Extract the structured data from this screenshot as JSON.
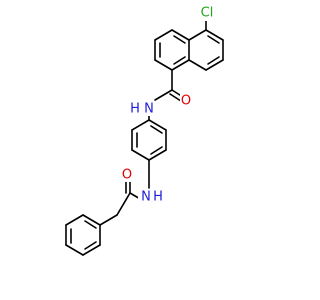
{
  "colors": {
    "background": "#ffffff",
    "bond": "#000000",
    "chlorine": "#1fa71f",
    "nitrogen": "#1f1fd9",
    "oxygen": "#e00000"
  },
  "atoms": {
    "cl": {
      "label": "Cl",
      "element": "Cl"
    },
    "o1": {
      "label": "O",
      "element": "O"
    },
    "n1": {
      "label": "N",
      "element": "N"
    },
    "h1": {
      "label": "H",
      "element": "H"
    },
    "n2": {
      "label": "N",
      "element": "N"
    },
    "h2": {
      "label": "H",
      "element": "H"
    },
    "o2": {
      "label": "O",
      "element": "O"
    }
  }
}
